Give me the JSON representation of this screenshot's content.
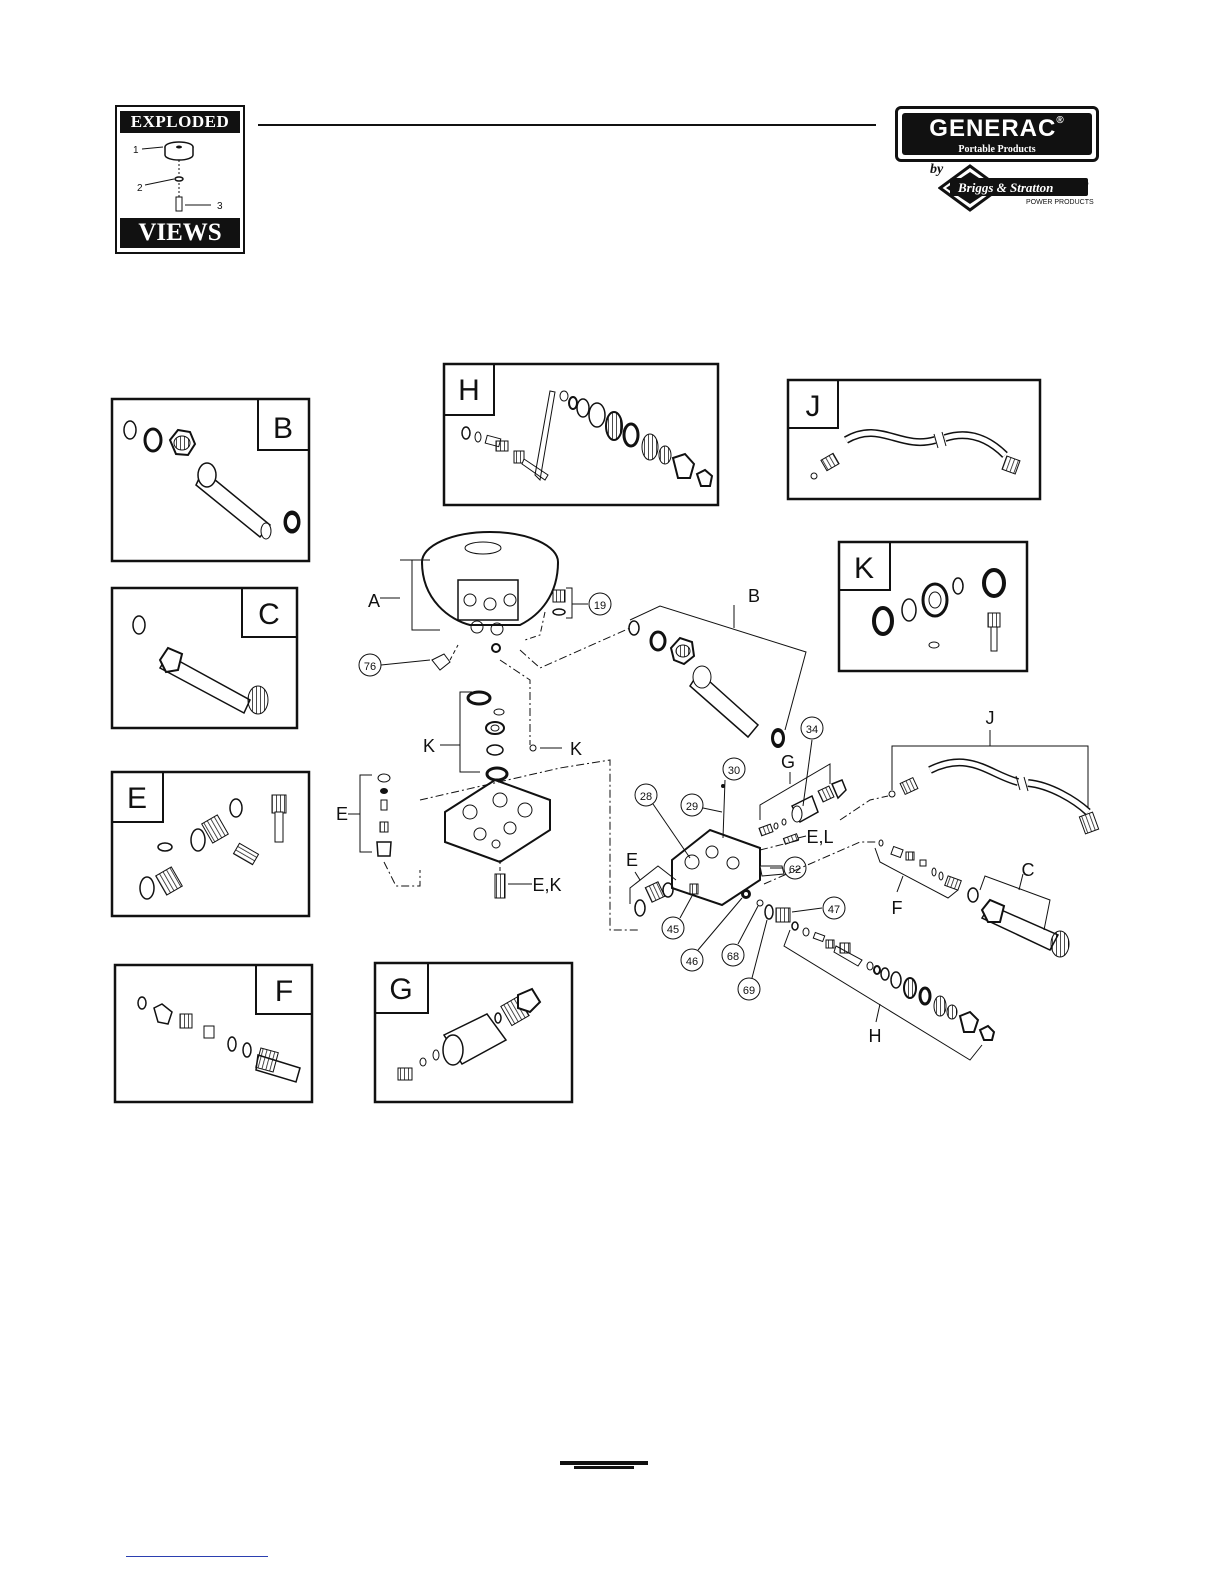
{
  "header": {
    "badge_top": "EXPLODED",
    "badge_bottom": "VIEWS",
    "badge_callouts": [
      "1",
      "2",
      "3"
    ],
    "brand_name": "GENERAC",
    "brand_registered": "®",
    "brand_sub": "Portable Products",
    "by": "by",
    "partner_name": "Briggs & Stratton",
    "partner_registered": "®",
    "partner_sub": "POWER PRODUCTS"
  },
  "panels": {
    "B": "B",
    "C": "C",
    "E": "E",
    "F": "F",
    "G": "G",
    "H": "H",
    "J": "J",
    "K": "K"
  },
  "main_labels": {
    "A": "A",
    "B": "B",
    "C": "C",
    "E_left": "E",
    "E_right": "E",
    "EK": "E,K",
    "EL": "E,L",
    "F": "F",
    "G": "G",
    "H": "H",
    "J": "J",
    "K_left": "K",
    "K_right": "K"
  },
  "callouts": [
    "19",
    "76",
    "34",
    "30",
    "29",
    "28",
    "45",
    "62",
    "46",
    "68",
    "69",
    "47"
  ]
}
